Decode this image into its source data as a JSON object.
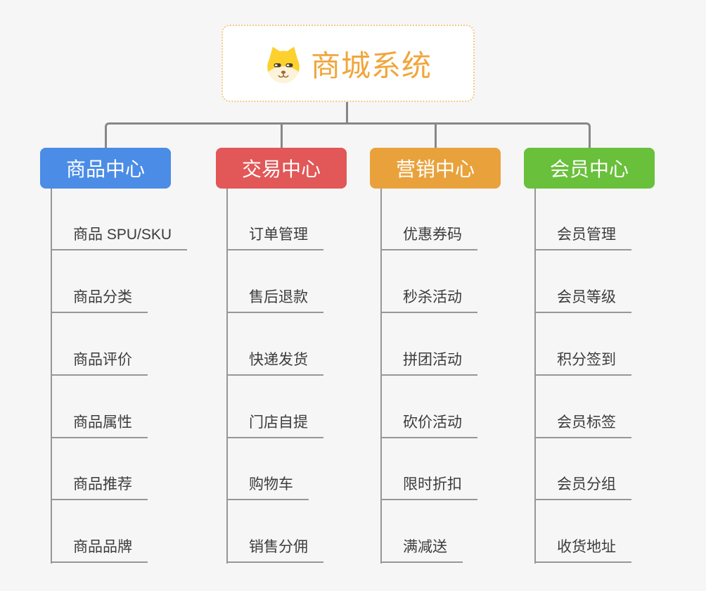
{
  "root": {
    "label": "商城系统",
    "icon": "dog-face-icon",
    "text_color": "#f0a63c",
    "border_color": "#f3c884",
    "background": "#ffffff"
  },
  "canvas_background": "#f6f6f6",
  "connector_color": "#878787",
  "leaf_line_color": "#979797",
  "branches": [
    {
      "label": "商品中心",
      "color": "#4b8ce6",
      "children": [
        "商品 SPU/SKU",
        "商品分类",
        "商品评价",
        "商品属性",
        "商品推荐",
        "商品品牌"
      ]
    },
    {
      "label": "交易中心",
      "color": "#e25757",
      "children": [
        "订单管理",
        "售后退款",
        "快递发货",
        "门店自提",
        "购物车",
        "销售分佣"
      ]
    },
    {
      "label": "营销中心",
      "color": "#e9a23b",
      "children": [
        "优惠券码",
        "秒杀活动",
        "拼团活动",
        "砍价活动",
        "限时折扣",
        "满减送"
      ]
    },
    {
      "label": "会员中心",
      "color": "#69c03a",
      "children": [
        "会员管理",
        "会员等级",
        "积分签到",
        "会员标签",
        "会员分组",
        "收货地址"
      ]
    }
  ]
}
